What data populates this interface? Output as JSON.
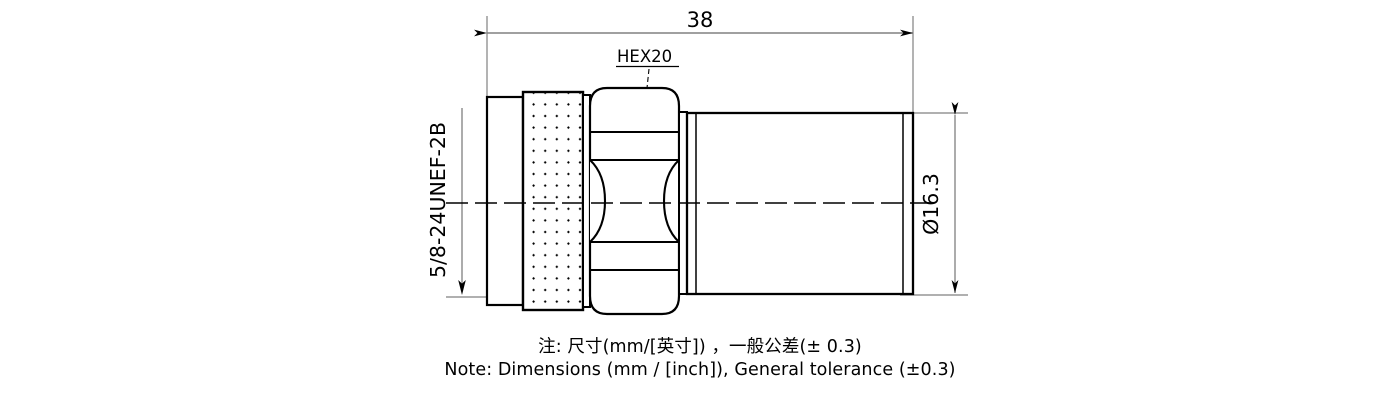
{
  "drawing": {
    "type": "engineering-dimensioned-drawing",
    "subject": "coaxial-rf-connector-side-view",
    "background_color": "#ffffff",
    "line_color": "#000000",
    "dimension_line_color": "#808080",
    "dimensions": {
      "overall_length": {
        "label": "38",
        "orientation": "horizontal",
        "position": "top"
      },
      "outer_diameter": {
        "label": "Ø16.3",
        "orientation": "vertical",
        "position": "right"
      },
      "thread_spec": {
        "label": "5/8-24UNEF-2B",
        "orientation": "vertical",
        "position": "left"
      },
      "hex_callout": {
        "label": "HEX20",
        "orientation": "horizontal",
        "position": "top-center",
        "underlined": true
      }
    },
    "notes": [
      "注: 尺寸(mm/[英寸]) ，一般公差(± 0.3)",
      "Note: Dimensions (mm / [inch]), General tolerance (±0.3)"
    ],
    "features": [
      {
        "name": "coupling-sleeve",
        "style": "plain"
      },
      {
        "name": "knurled-nut",
        "style": "diamond-knurl-hatch"
      },
      {
        "name": "hex-nut",
        "style": "hexagon-chamfered"
      },
      {
        "name": "body-barrel",
        "style": "plain-cylinder"
      }
    ]
  }
}
